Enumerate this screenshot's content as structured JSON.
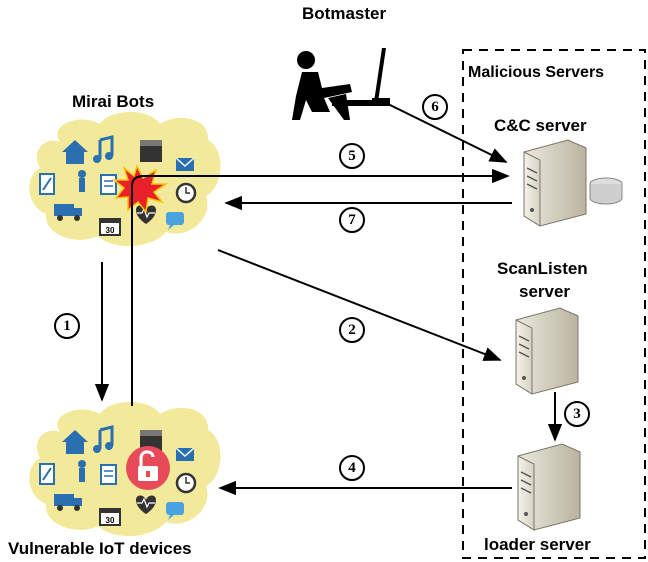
{
  "labels": {
    "botmaster": "Botmaster",
    "malicious_servers": "Malicious Servers",
    "mirai_bots": "Mirai Bots",
    "cnc_server": "C&C server",
    "scanlisten_line1": "ScanListen",
    "scanlisten_line2": "server",
    "loader_server": "loader server",
    "vulnerable_devices": "Vulnerable IoT devices"
  },
  "steps": {
    "s1": "1",
    "s2": "2",
    "s3": "3",
    "s4": "4",
    "s5": "5",
    "s6": "6",
    "s7": "7"
  },
  "device_icons": {
    "calendar_number": "30"
  },
  "colors": {
    "cloud": "#f2ea9a",
    "explosion": "#e8202a",
    "lock_badge": "#e84a5a",
    "server": "#d8d4c4",
    "blue_icon": "#2a6fb0"
  }
}
